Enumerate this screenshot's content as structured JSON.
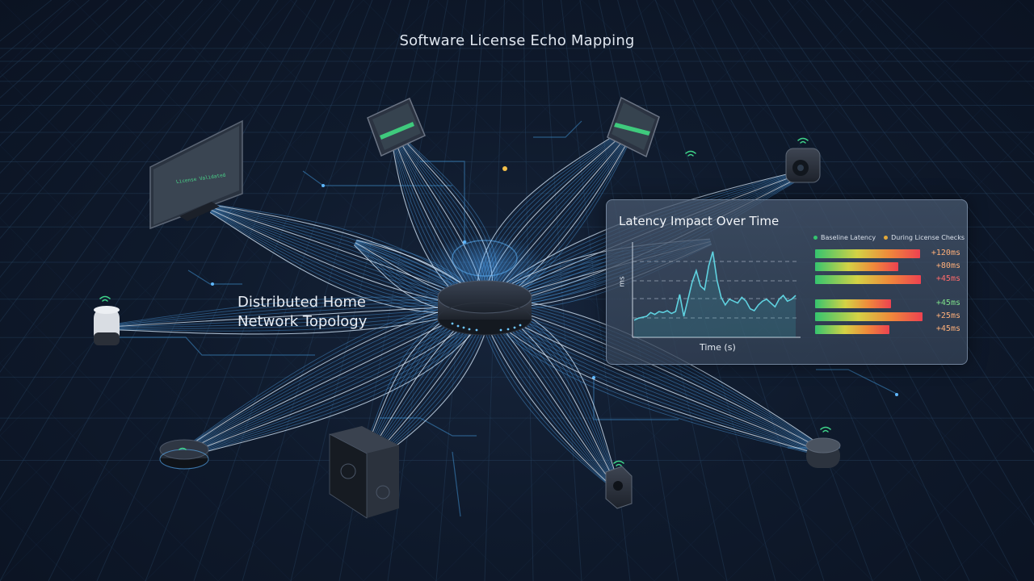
{
  "title": "Software License Echo Mapping",
  "topology_label": [
    "Distributed Home",
    "Network Topology"
  ],
  "tv_screen_text": "License Validated",
  "panel": {
    "title": "Latency Impact Over Time",
    "legend": [
      {
        "label": "Baseline Latency",
        "color": "#35c46f"
      },
      {
        "label": "During License Checks",
        "color": "#e2a93a"
      }
    ],
    "y_axis_label": "ms",
    "x_axis_label": "Time (s)",
    "bars": [
      {
        "label": "+120ms",
        "fraction": 0.72,
        "color": "#ffb07a"
      },
      {
        "label": "+80ms",
        "fraction": 0.57,
        "color": "#ffb07a"
      },
      {
        "label": "+45ms",
        "fraction": 0.73,
        "color": "#ff6b6b"
      },
      {
        "label": "+45ms",
        "fraction": 0.52,
        "color": "#7ee08a"
      },
      {
        "label": "+25ms",
        "fraction": 0.74,
        "color": "#ffb07a"
      },
      {
        "label": "+45ms",
        "fraction": 0.51,
        "color": "#ffb07a"
      }
    ],
    "line_series": [
      0.82,
      0.8,
      0.79,
      0.78,
      0.74,
      0.76,
      0.73,
      0.74,
      0.72,
      0.75,
      0.73,
      0.55,
      0.78,
      0.6,
      0.42,
      0.3,
      0.46,
      0.5,
      0.25,
      0.1,
      0.4,
      0.58,
      0.66,
      0.6,
      0.62,
      0.64,
      0.58,
      0.62,
      0.7,
      0.72,
      0.66,
      0.62,
      0.6,
      0.64,
      0.68,
      0.6,
      0.56,
      0.62,
      0.6,
      0.56
    ]
  },
  "colors": {
    "accent": "#4aa8ff",
    "glow": "#6fc3ff",
    "background": "#0f1a2c"
  }
}
